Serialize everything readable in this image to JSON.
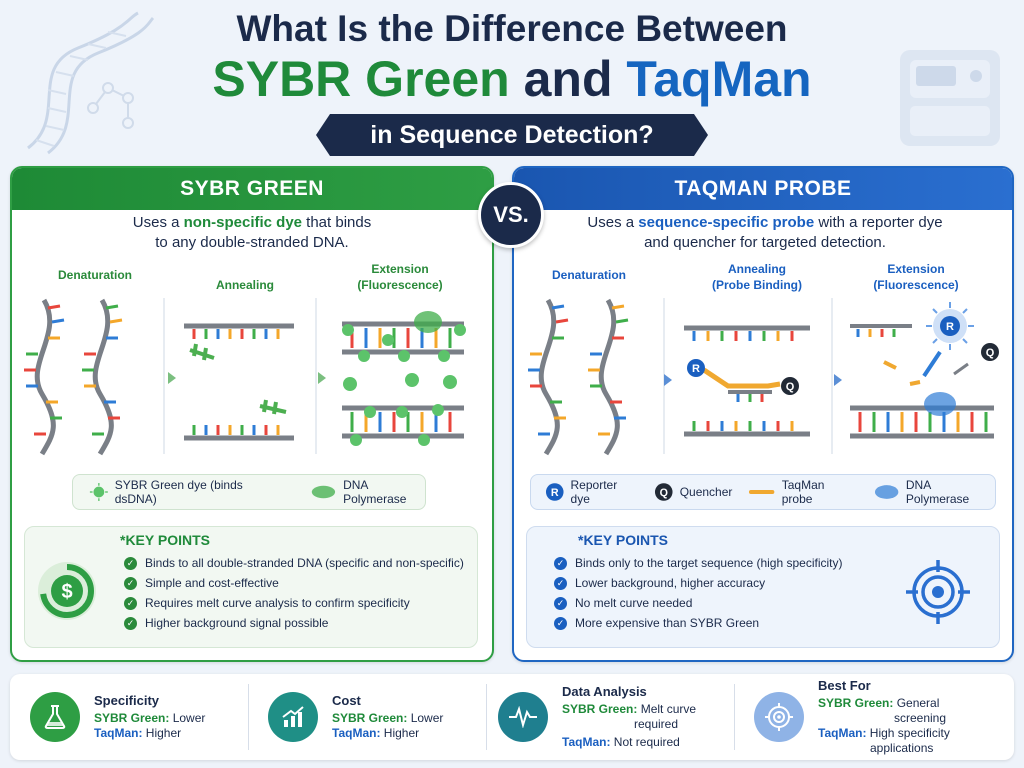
{
  "header": {
    "title_line1": "What Is the Difference Between",
    "title_sybr": "SYBR Green",
    "title_and": "and",
    "title_taqman": "TaqMan",
    "subtitle": "in Sequence Detection?"
  },
  "vs_label": "VS.",
  "sybr": {
    "heading": "SYBR GREEN",
    "desc_pre": "Uses a ",
    "desc_highlight": "non-specific dye",
    "desc_post": " that binds",
    "desc_line2": "to any double-stranded DNA.",
    "stages": {
      "denaturation": "Denaturation",
      "annealing": "Annealing",
      "extension_1": "Extension",
      "extension_2": "(Fluorescence)"
    },
    "legend": {
      "dye": "SYBR Green dye (binds dsDNA)",
      "polymerase": "DNA Polymerase"
    },
    "key_points_title": "*KEY POINTS",
    "key_points": [
      "Binds to all double-stranded DNA (specific and non-specific)",
      "Simple and cost-effective",
      "Requires melt curve analysis to confirm specificity",
      "Higher background signal possible"
    ]
  },
  "taqman": {
    "heading": "TAQMAN PROBE",
    "desc_pre": "Uses a ",
    "desc_highlight": "sequence-specific probe",
    "desc_post": " with a reporter dye",
    "desc_line2": "and quencher for targeted detection.",
    "stages": {
      "denaturation": "Denaturation",
      "annealing_1": "Annealing",
      "annealing_2": "(Probe Binding)",
      "extension_1": "Extension",
      "extension_2": "(Fluorescence)"
    },
    "reporter_letter": "R",
    "quencher_letter": "Q",
    "legend": {
      "reporter": "Reporter dye",
      "quencher": "Quencher",
      "probe": "TaqMan probe",
      "polymerase": "DNA Polymerase"
    },
    "key_points_title": "*KEY POINTS",
    "key_points": [
      "Binds only to the target sequence (high specificity)",
      "Lower background, higher accuracy",
      "No melt curve needed",
      "More expensive than SYBR Green"
    ]
  },
  "footer": {
    "specificity": {
      "title": "Specificity",
      "sybr_label": "SYBR Green:",
      "sybr_value": "Lower",
      "taq_label": "TaqMan:",
      "taq_value": "Higher"
    },
    "cost": {
      "title": "Cost",
      "sybr_label": "SYBR Green:",
      "sybr_value": "Lower",
      "taq_label": "TaqMan:",
      "taq_value": "Higher"
    },
    "data_analysis": {
      "title": "Data Analysis",
      "sybr_label": "SYBR Green:",
      "sybr_value_1": "Melt curve",
      "sybr_value_2": "required",
      "taq_label": "TaqMan:",
      "taq_value": "Not required"
    },
    "best_for": {
      "title": "Best For",
      "sybr_label": "SYBR Green:",
      "sybr_value_1": "General",
      "sybr_value_2": "screening",
      "taq_label": "TaqMan:",
      "taq_value_1": "High specificity",
      "taq_value_2": "applications"
    }
  },
  "colors": {
    "green": "#1f8a3a",
    "blue": "#1565c0",
    "navy": "#1b2a4a",
    "probe_orange": "#f0a830"
  }
}
